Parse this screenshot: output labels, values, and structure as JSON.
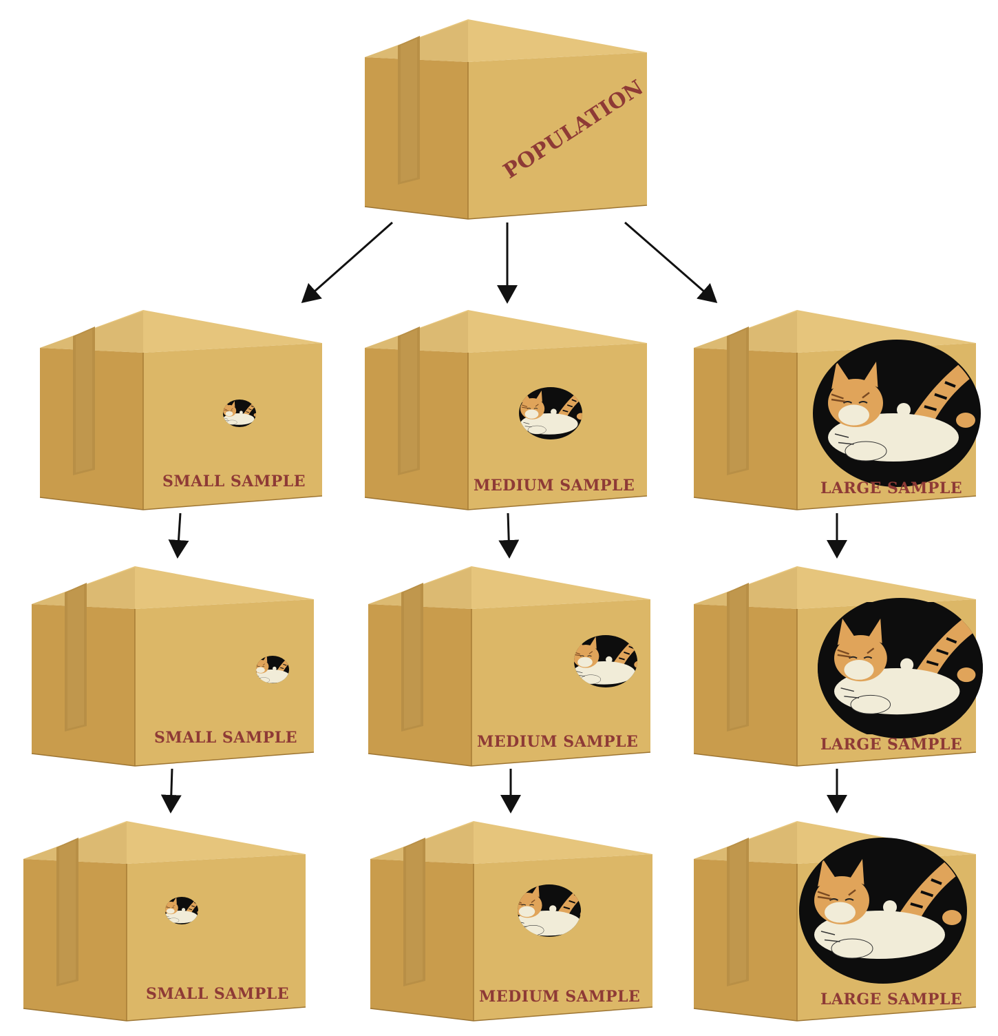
{
  "diagram": {
    "population_label": "POPULATION",
    "small_label": "SMALL SAMPLE",
    "medium_label": "MEDIUM SAMPLE",
    "large_label": "LARGE SAMPLE"
  },
  "colors": {
    "box_front": "#dcb767",
    "box_side": "#c99c4c",
    "box_top": "#e8c87d",
    "tape": "#b88f46",
    "stencil": "#8e3a36",
    "hole": "#0d0d0d",
    "cat_fur": "#e0a45a",
    "cat_cream": "#f1ecd8",
    "arrow": "#111111"
  },
  "icons": {
    "box": "cardboard-box-icon",
    "cat": "cat-illustration-icon"
  }
}
